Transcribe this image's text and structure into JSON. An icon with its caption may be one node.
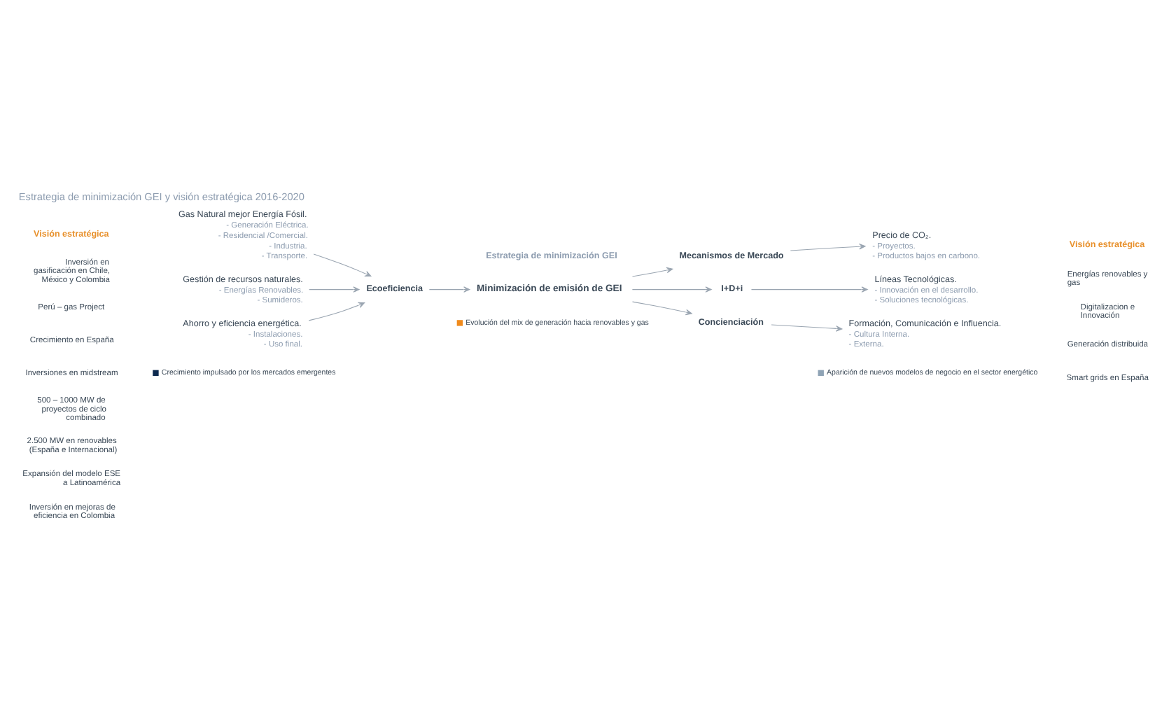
{
  "diagram": {
    "title": "Estrategia de minimización GEI y visión estratégica 2016-2020",
    "nodes": [
      {
        "text": [
          "Gas Natural mejor Energía Fósil.",
          "- Generación Eléctrica.",
          "- Residencial /Comercial.",
          "- Industria.",
          "- Transporte."
        ]
      },
      {
        "text": [
          "Gestión de recursos naturales.",
          "- Energías Renovables.",
          "- Sumideros."
        ]
      },
      {
        "text": [
          "Ahorro y eficiencia energética.",
          "- Instalaciones.",
          "- Uso final."
        ]
      },
      {
        "text": [
          "Ecoeficiencia"
        ]
      },
      {
        "text": [
          "Minimización de emisión de GEI"
        ]
      },
      {
        "text": [
          "Mecanismos de Mercado"
        ]
      },
      {
        "text": [
          "I+D+i"
        ]
      },
      {
        "text": [
          "Concienciación"
        ]
      },
      {
        "text": [
          "Precio de CO₂.",
          "- Proyectos.",
          "- Productos bajos en carbono."
        ]
      },
      {
        "text": [
          "Líneas Tecnológicas.",
          "- Innovación en el desarrollo.",
          "- Soluciones tecnológicas."
        ]
      },
      {
        "text": [
          "Formación, Comunicación e Influencia.",
          "- Cultura Interna.",
          "- Externa."
        ]
      }
    ],
    "edges": [
      {
        "from": 0,
        "to": 3,
        "arrow": "to"
      },
      {
        "from": 1,
        "to": 3,
        "arrow": "to"
      },
      {
        "from": 2,
        "to": 3,
        "arrow": "to"
      },
      {
        "from": 3,
        "to": 4,
        "arrow": "to"
      },
      {
        "from": 4,
        "to": 5,
        "arrow": "to"
      },
      {
        "from": 4,
        "to": 6,
        "arrow": "to"
      },
      {
        "from": 4,
        "to": 7,
        "arrow": "to"
      },
      {
        "from": 5,
        "to": 8,
        "arrow": "to"
      },
      {
        "from": 6,
        "to": 9,
        "arrow": "to"
      },
      {
        "from": 7,
        "to": 10,
        "arrow": "to"
      }
    ],
    "labels": [
      "Visión estratégica",
      "Estrategia de minimización GEI",
      "Visión estratégica",
      "Inversión en gasificación en Chile, México y Colombia",
      "Perú – gas Project",
      "Crecimiento en España",
      "Inversiones en midstream",
      "500 – 1000 MW de proyectos de ciclo combinado",
      "Energías renovables y gas",
      "2.500 MW en renovables (España e Internacional)",
      "Digitalizacion e Innovación",
      "Generación distribuida",
      "Smart grids en España",
      "Expansión del modelo ESE a Latinoamérica",
      "Inversión en mejoras de eficiencia en Colombia"
    ],
    "legend": [
      {
        "text": "Crecimiento impulsado por los mercados emergentes",
        "color": "#0d2a4f"
      },
      {
        "text": "Evolución del mix de generación hacia renovables y gas",
        "color": "#f08a1c"
      },
      {
        "text": "Aparición de nuevos modelos de negocio en el sector energético",
        "color": "#8fa3b5"
      }
    ]
  }
}
